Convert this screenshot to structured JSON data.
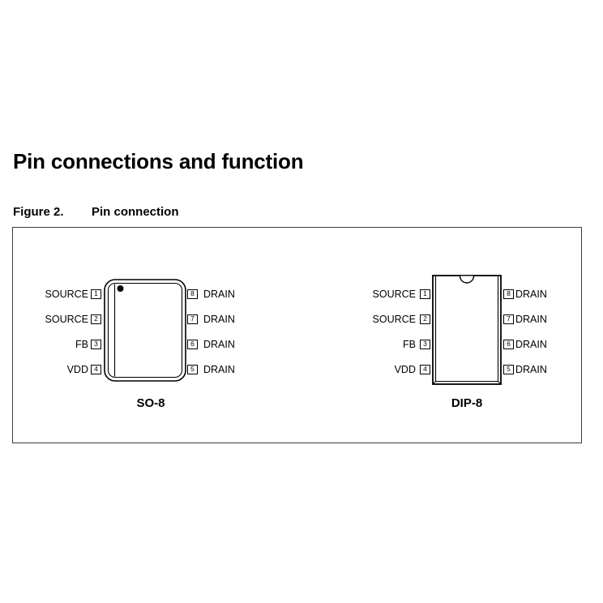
{
  "page": {
    "title": "Pin connections and function"
  },
  "figure": {
    "label": "Figure 2.",
    "title": "Pin connection"
  },
  "colors": {
    "line": "#000000",
    "frame_border": "#3c3c3c",
    "background": "#ffffff"
  },
  "packages": [
    {
      "name": "SO-8",
      "marker": "pin1-dot",
      "left_pins": [
        {
          "number": "1",
          "label": "SOURCE"
        },
        {
          "number": "2",
          "label": "SOURCE"
        },
        {
          "number": "3",
          "label": "FB"
        },
        {
          "number": "4",
          "label": "VDD"
        }
      ],
      "right_pins": [
        {
          "number": "8",
          "label": "DRAIN"
        },
        {
          "number": "7",
          "label": "DRAIN"
        },
        {
          "number": "6",
          "label": "DRAIN"
        },
        {
          "number": "5",
          "label": "DRAIN"
        }
      ]
    },
    {
      "name": "DIP-8",
      "marker": "top-notch",
      "left_pins": [
        {
          "number": "1",
          "label": "SOURCE"
        },
        {
          "number": "2",
          "label": "SOURCE"
        },
        {
          "number": "3",
          "label": "FB"
        },
        {
          "number": "4",
          "label": "VDD"
        }
      ],
      "right_pins": [
        {
          "number": "8",
          "label": "DRAIN"
        },
        {
          "number": "7",
          "label": "DRAIN"
        },
        {
          "number": "6",
          "label": "DRAIN"
        },
        {
          "number": "5",
          "label": "DRAIN"
        }
      ]
    }
  ]
}
